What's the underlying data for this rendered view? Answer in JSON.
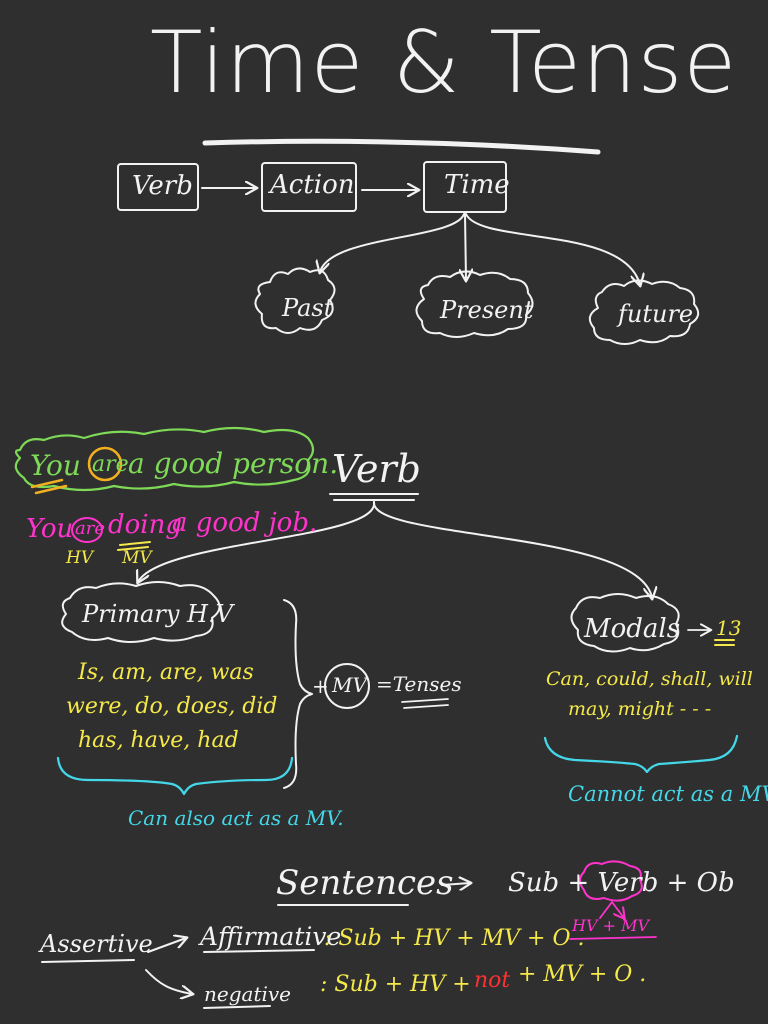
{
  "title": "Time & Tense",
  "flow": {
    "verb": "Verb",
    "action": "Action",
    "time": "Time",
    "past": "Past",
    "present": "Present",
    "future": "future"
  },
  "example1": {
    "you": "You",
    "are": "are",
    "rest": "a good person."
  },
  "example2": {
    "you": "You",
    "are": "are",
    "doing": "doing",
    "rest": "a good job.",
    "hv": "HV",
    "mv": "MV"
  },
  "verb_tree": {
    "root": "Verb",
    "primary": "Primary H.V",
    "primary_list": [
      "Is, am, are, was",
      "were, do, does, did",
      "has, have, had"
    ],
    "primary_note": "Can also act as a MV.",
    "formula_plus": "+",
    "formula_mv": "MV",
    "formula_result": "=Tenses",
    "modals": "Modals",
    "modals_count": "13",
    "modals_list": [
      "Can, could, shall, will",
      "may, might - - -"
    ],
    "modals_note": "Cannot act as a MV."
  },
  "sentences": {
    "label": "Sentences",
    "formula": "Sub + Verb + Ob",
    "verb_expansion": "HV + MV",
    "assertive": "Assertive",
    "affirmative": "Affirmative",
    "affirmative_formula": ": Sub + HV + MV + O .",
    "negative": "negative",
    "negative_prefix": ": Sub + HV +",
    "negative_not": "not",
    "negative_suffix": "+ MV + O ."
  },
  "colors": {
    "background": "#2f2f2f",
    "chalk": "#f2f2f2",
    "green": "#7ed957",
    "pink": "#ff33cc",
    "yellow": "#f5e94a",
    "cyan": "#44d7e8",
    "red": "#ff3030",
    "orange": "#f0b020"
  }
}
